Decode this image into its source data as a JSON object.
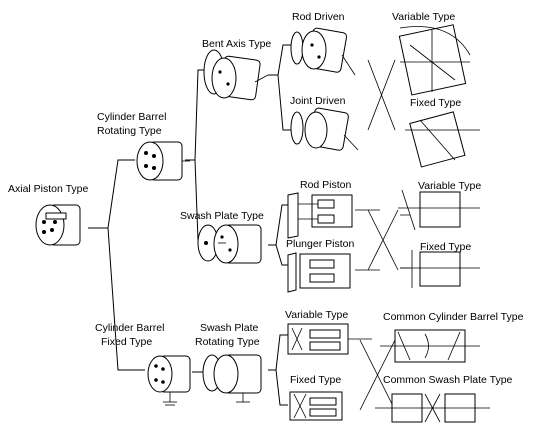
{
  "labels": {
    "axial_piston_type": "Axial Piston Type",
    "cylinder_barrel_rotating_1": "Cylinder Barrel",
    "cylinder_barrel_rotating_2": "Rotating Type",
    "cylinder_barrel_fixed_1": "Cylinder Barrel",
    "cylinder_barrel_fixed_2": "Fixed Type",
    "bent_axis_type": "Bent Axis Type",
    "swash_plate_type": "Swash Plate Type",
    "swash_plate_rotating_1": "Swash Plate",
    "swash_plate_rotating_2": "Rotating Type",
    "rod_driven": "Rod Driven",
    "joint_driven": "Joint Driven",
    "rod_piston": "Rod Piston",
    "plunger_piston": "Plunger Piston",
    "variable_type_1": "Variable Type",
    "fixed_type_1": "Fixed Type",
    "variable_type_2": "Variable Type",
    "fixed_type_2": "Fixed Type",
    "variable_type_3": "Variable Type",
    "fixed_type_3": "Fixed Type",
    "common_cylinder_barrel_type": "Common Cylinder Barrel Type",
    "common_swash_plate_type": "Common Swash Plate Type"
  }
}
